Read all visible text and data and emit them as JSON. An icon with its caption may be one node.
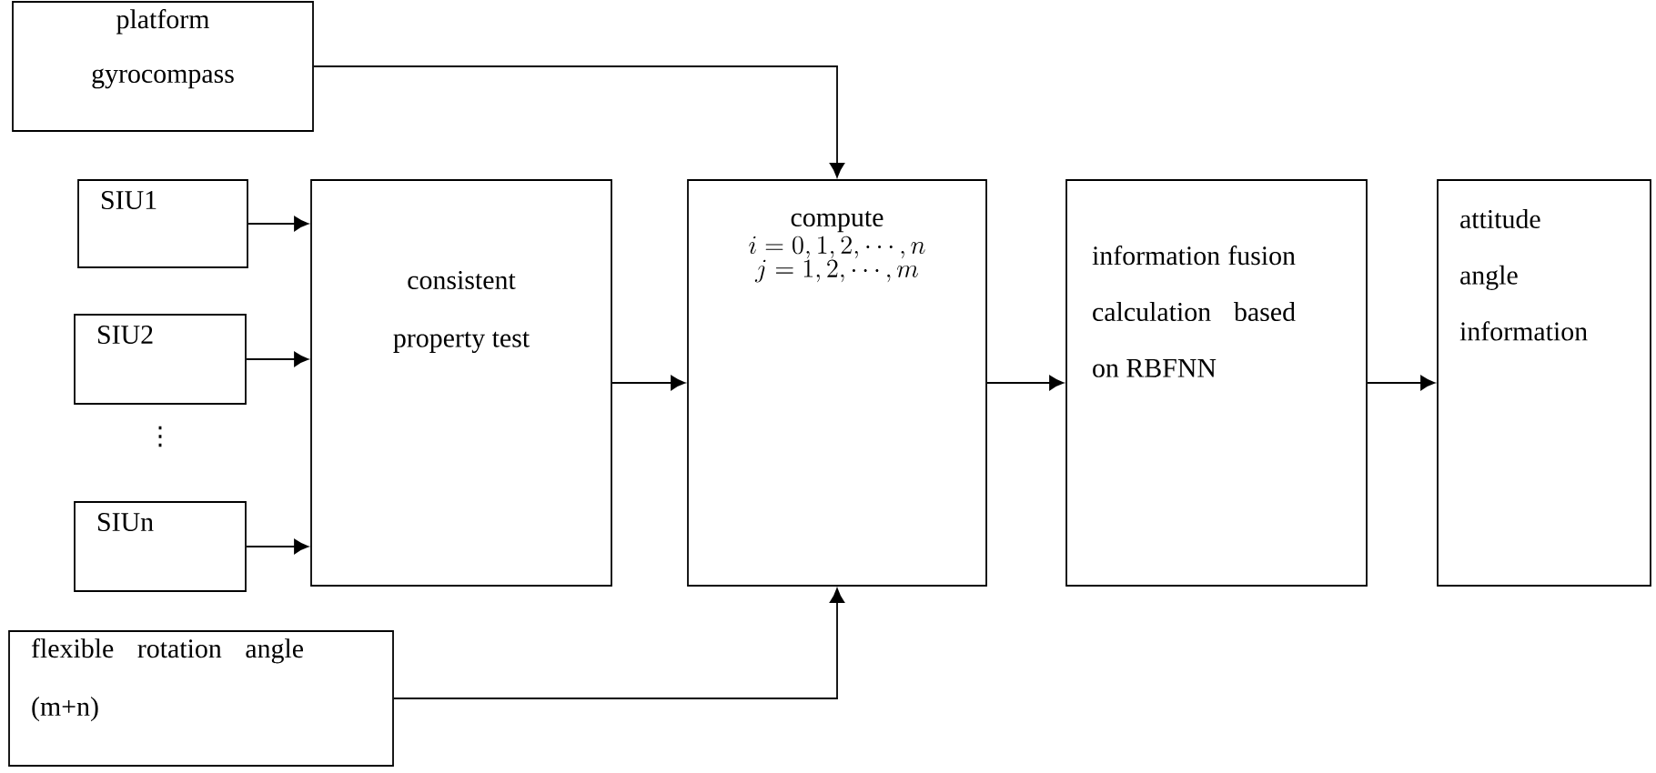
{
  "diagram": {
    "nodes": [
      {
        "text": [
          "platform gyrocompass"
        ]
      },
      {
        "text": [
          "SIU1"
        ]
      },
      {
        "text": [
          "SIU2"
        ]
      },
      {
        "text": [
          "SIUn"
        ]
      },
      {
        "text": [
          "flexible rotation angle (m+n)"
        ]
      },
      {
        "text": [
          "consistent property test"
        ]
      },
      {
        "text": [
          "compute",
          "i=0,1,2,\\cdots,n",
          "j=1,2,\\cdots,m"
        ]
      },
      {
        "text": [
          "information fusion calculation based on RBFNN"
        ]
      },
      {
        "text": [
          "attitude angle information"
        ]
      }
    ],
    "edges": [
      {
        "from": 0,
        "to": 6,
        "arrow": "to"
      },
      {
        "from": 1,
        "to": 5,
        "arrow": "to"
      },
      {
        "from": 2,
        "to": 5,
        "arrow": "to"
      },
      {
        "from": 3,
        "to": 5,
        "arrow": "to"
      },
      {
        "from": 5,
        "to": 6,
        "arrow": "to"
      },
      {
        "from": 4,
        "to": 6,
        "arrow": "to"
      },
      {
        "from": 6,
        "to": 7,
        "arrow": "to"
      },
      {
        "from": 7,
        "to": 8,
        "arrow": "to"
      }
    ],
    "labels": [
      "⋮"
    ]
  }
}
